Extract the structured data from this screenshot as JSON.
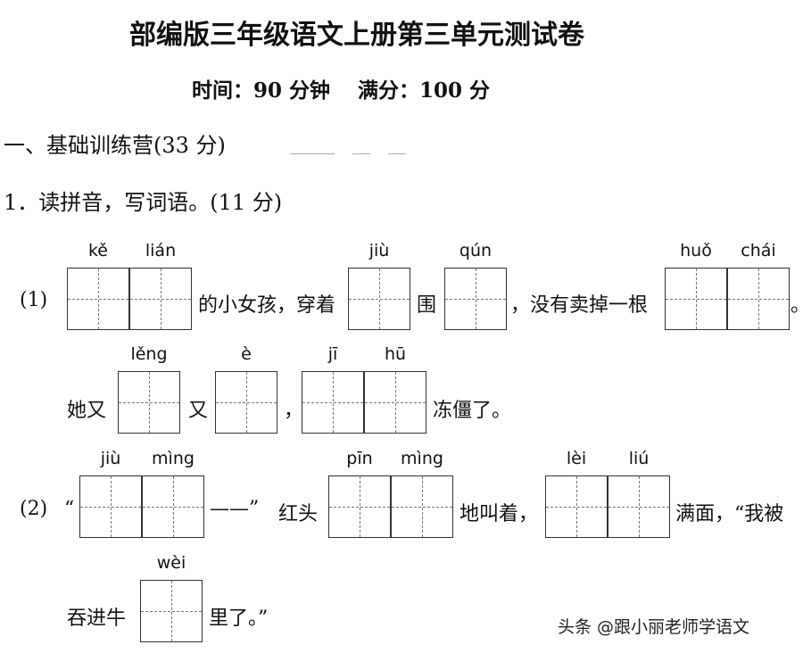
{
  "title": "部编版三年级语文上册第三单元测试卷",
  "subtitle": "时间：90 分钟　 满分：100 分",
  "section": "一、基础训练营(33 分)",
  "question": "1．读拼音，写词语。(11 分)",
  "items": {
    "n1": "(1)",
    "n2": "(2)",
    "t1a": "的小女孩，穿着",
    "t1b": "围",
    "t1c": "，没有卖掉一根",
    "t1d": "。",
    "t2a": "她又",
    "t2b": "又",
    "t2c": "，",
    "t2d": "冻僵了。",
    "t3a": "“",
    "t3b": "——”",
    "t3c": "红头",
    "t3d": "地叫着，",
    "t3e": "满面，“我被",
    "t4a": "吞进牛",
    "t4b": "里了。”"
  },
  "pinyin": [
    "kě",
    "lián",
    "jiù",
    "qún",
    "huǒ",
    "chái",
    "lěng",
    "è",
    "jī",
    "hū",
    "jiù",
    "mìng",
    "pīn",
    "mìng",
    "lèi",
    "liú",
    "wèi"
  ],
  "watermark": "头条 @跟小丽老师学语文"
}
